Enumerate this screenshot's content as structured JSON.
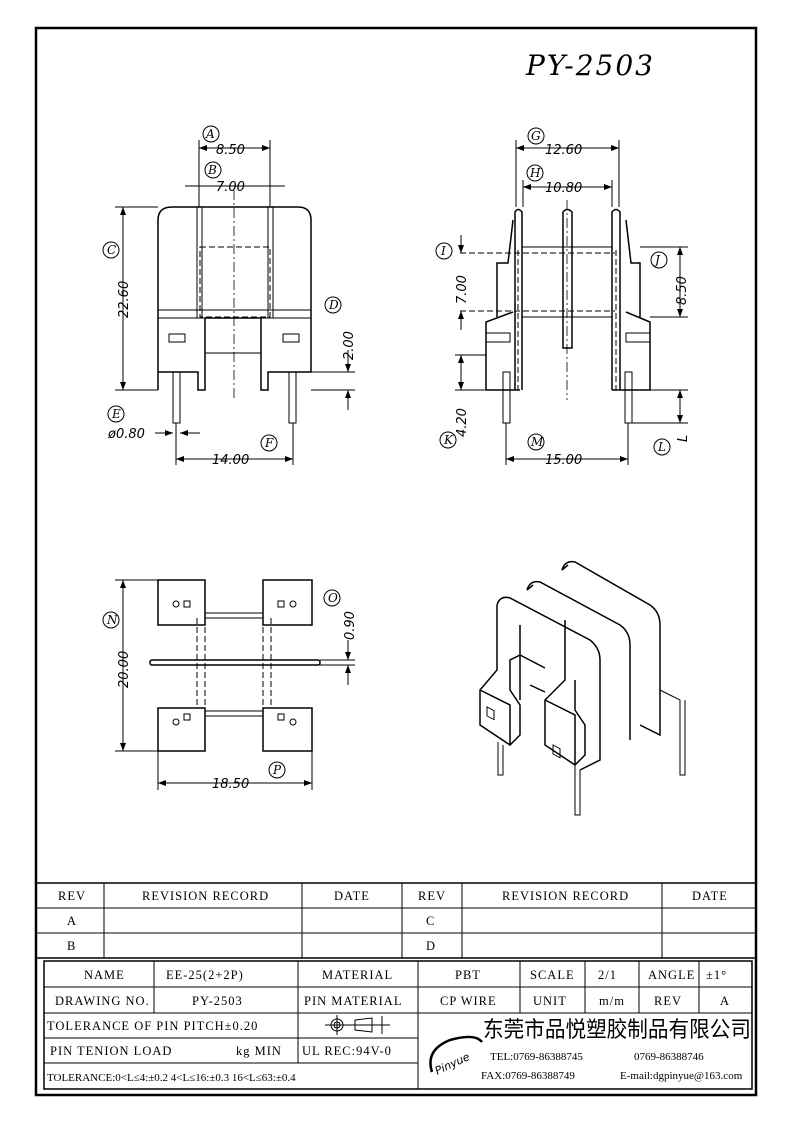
{
  "drawing_title": "PY-2503",
  "front_view": {
    "A": {
      "label": "A",
      "value": "8.50"
    },
    "B": {
      "label": "B",
      "value": "7.00"
    },
    "C": {
      "label": "C",
      "value": "22.60"
    },
    "D": {
      "label": "D",
      "value": "2.00"
    },
    "E": {
      "label": "E",
      "value": "ø0.80"
    },
    "F": {
      "label": "F",
      "value": "14.00"
    }
  },
  "side_view": {
    "G": {
      "label": "G",
      "value": "12.60"
    },
    "H": {
      "label": "H",
      "value": "10.80"
    },
    "I": {
      "label": "I",
      "value": "7.00"
    },
    "J": {
      "label": "J",
      "value": "8.50"
    },
    "K": {
      "label": "K",
      "value": "4.20"
    },
    "L": {
      "label": "L",
      "value": "L"
    },
    "M": {
      "label": "M",
      "value": "15.00"
    }
  },
  "bottom_view": {
    "N": {
      "label": "N",
      "value": "20.00"
    },
    "O": {
      "label": "O",
      "value": "0.90"
    },
    "P": {
      "label": "P",
      "value": "18.50"
    }
  },
  "revision_table": {
    "headers": [
      "REV",
      "REVISION RECORD",
      "DATE",
      "REV",
      "REVISION RECORD",
      "DATE"
    ],
    "rows": [
      [
        "A",
        "",
        "",
        "C",
        "",
        ""
      ],
      [
        "B",
        "",
        "",
        "D",
        "",
        ""
      ]
    ]
  },
  "title_block": {
    "name_label": "NAME",
    "name": "EE-25(2+2P)",
    "material_label": "MATERIAL",
    "material": "PBT",
    "scale_label": "SCALE",
    "scale": "2/1",
    "angle_label": "ANGLE",
    "angle": "±1°",
    "drawing_no_label": "DRAWING NO.",
    "drawing_no": "PY-2503",
    "pin_material_label": "PIN MATERIAL",
    "pin_material": "CP WIRE",
    "unit_label": "UNIT",
    "unit": "m/m",
    "rev_label": "REV",
    "rev": "A",
    "pin_pitch_tolerance": "TOLERANCE OF PIN PITCH±0.20",
    "pin_tension_label": "PIN TENION LOAD",
    "pin_tension_unit": "kg MIN",
    "ul_rec": "UL REC:94V-0",
    "tolerance": "TOLERANCE:0<L≤4:±0.2  4<L≤16:±0.3  16<L≤63:±0.4"
  },
  "company": {
    "logo_text": "Pinyue",
    "name": "东莞市品悦塑胶制品有限公司",
    "tel": "TEL:0769-86388745",
    "tel2": "0769-86388746",
    "fax": "FAX:0769-86388749",
    "email": "E-mail:dgpinyue@163.com"
  }
}
